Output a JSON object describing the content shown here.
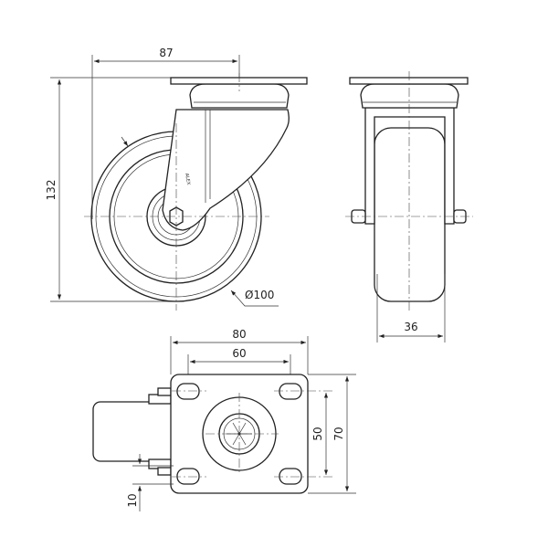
{
  "title": "Swivel caster technical drawing",
  "dimensions": {
    "offset": "87",
    "height": "132",
    "wheel_diameter": "Ø100",
    "wheel_width": "36",
    "plate_width": "80",
    "hole_spacing_x": "60",
    "hole_spacing_y": "50",
    "plate_length": "70",
    "brake_offset": "10"
  },
  "logo_text": "ALEX"
}
